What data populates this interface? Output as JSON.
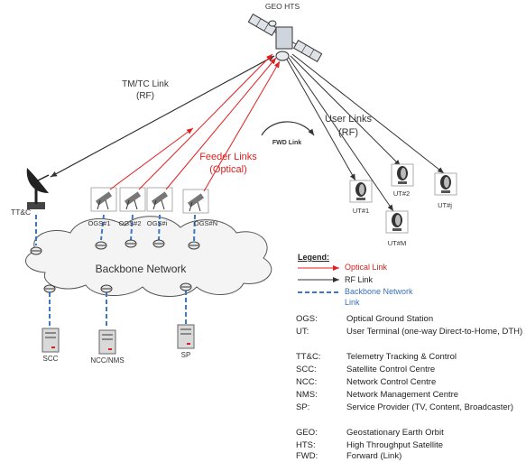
{
  "satellite": {
    "label": "GEO HTS"
  },
  "links": {
    "tmtc": [
      "TM/TC Link",
      "(RF)"
    ],
    "user": [
      "User Links",
      "(RF)"
    ],
    "feeder": [
      "Feeder Links",
      "(Optical)"
    ],
    "fwd": "FWD Link"
  },
  "ttc_label": "TT&C",
  "ogs_labels": [
    "OGS#1",
    "OGS#2",
    "OGS#i",
    "OGS#N"
  ],
  "ut_labels": [
    "UT#1",
    "UT#2",
    "UT#j",
    "UT#M"
  ],
  "network": {
    "label": "Backbone Network"
  },
  "servers": [
    "SCC",
    "NCC/NMS",
    "SP"
  ],
  "legend": {
    "title": "Legend:",
    "optical": "Optical Link",
    "rf": "RF Link",
    "backbone_1": "Backbone Network",
    "backbone_2": "Link"
  },
  "abbreviations": [
    {
      "key": "OGS:",
      "value": "Optical Ground Station"
    },
    {
      "key": "UT:",
      "value": "User Terminal (one-way Direct-to-Home, DTH)"
    },
    {
      "key": "TT&C:",
      "value": "Telemetry Tracking & Control"
    },
    {
      "key": "SCC:",
      "value": "Satellite Control Centre"
    },
    {
      "key": "NCC:",
      "value": "Network Control Centre"
    },
    {
      "key": "NMS:",
      "value": "Network Management Centre"
    },
    {
      "key": "SP:",
      "value": "Service Provider (TV, Content, Broadcaster)"
    },
    {
      "key": "GEO:",
      "value": "Geostationary Earth Orbit"
    },
    {
      "key": "HTS:",
      "value": "High Throughput Satellite"
    },
    {
      "key": "FWD:",
      "value": "Forward (Link)"
    }
  ],
  "colors": {
    "optical": "#e02020",
    "rf": "#333333",
    "backbone": "#3a78c9",
    "legend_optical_text": "#d42020",
    "legend_backbone_text": "#3a6fb8"
  }
}
